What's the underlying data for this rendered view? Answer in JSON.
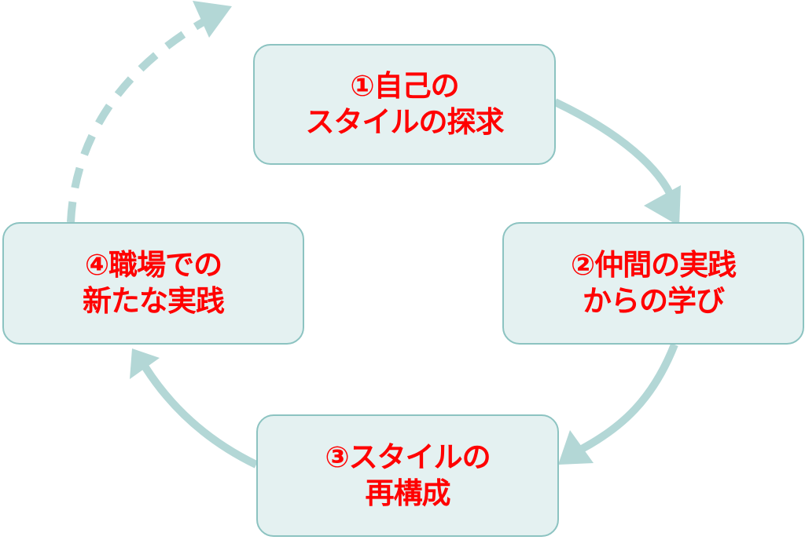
{
  "diagram": {
    "type": "cycle",
    "colors": {
      "text": "#ff0000",
      "box_fill": "#e4f1f1",
      "box_border": "#8cc3c1",
      "arrow": "#b3d7d6"
    },
    "steps": [
      {
        "lines": [
          "①自己の",
          "スタイルの探求"
        ]
      },
      {
        "lines": [
          "②仲間の実践",
          "からの学び"
        ]
      },
      {
        "lines": [
          "③スタイルの",
          "再構成"
        ]
      },
      {
        "lines": [
          "④職場での",
          "新たな実践"
        ]
      }
    ],
    "connections": [
      {
        "from": "step1",
        "to": "step2",
        "style": "solid"
      },
      {
        "from": "step2",
        "to": "step3",
        "style": "solid"
      },
      {
        "from": "step3",
        "to": "step4",
        "style": "solid"
      },
      {
        "from": "step4",
        "to": "next-cycle",
        "style": "dashed"
      }
    ]
  }
}
